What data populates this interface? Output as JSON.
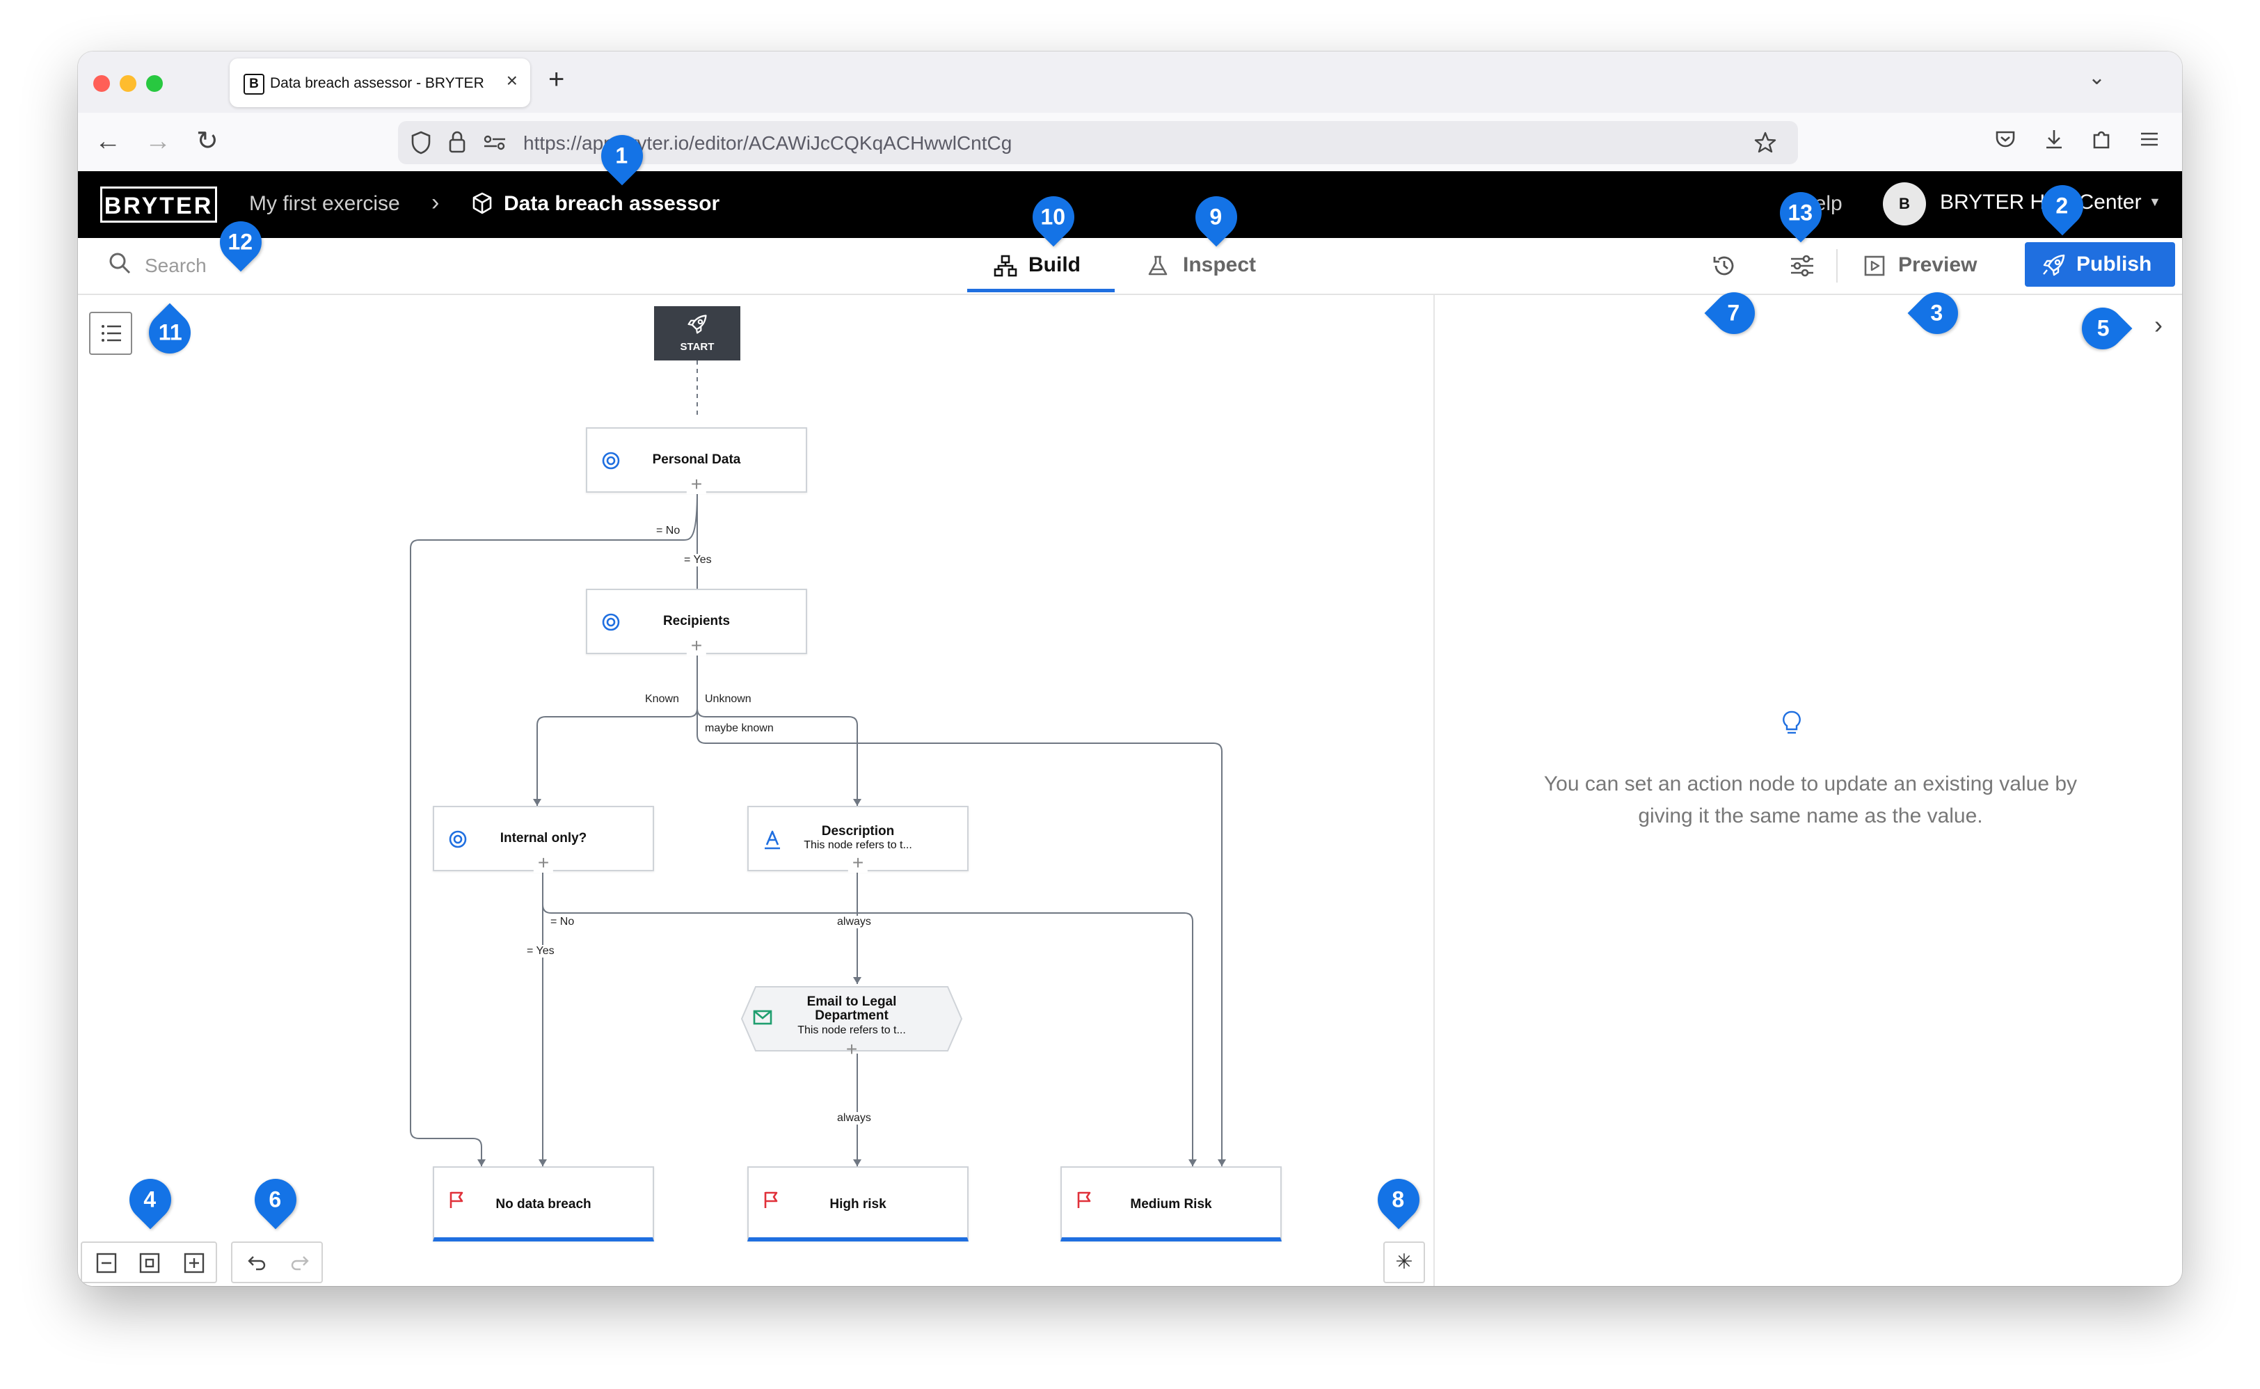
{
  "browser": {
    "tab_title": "Data breach assessor - BRYTER",
    "favicon_letter": "B",
    "tab_close": "×",
    "new_tab": "+",
    "url": "https://app.bryter.io/editor/ACAWiJcCQKqACHwwlCntCg"
  },
  "app": {
    "logo": "BRYTER",
    "breadcrumb": {
      "project": "My first exercise",
      "separator": "›",
      "module": "Data breach assessor"
    },
    "help": "Help",
    "avatar_initial": "B",
    "account": "BRYTER Help Center"
  },
  "toolbar": {
    "search_placeholder": "Search",
    "tabs": {
      "build": "Build",
      "inspect": "Inspect"
    },
    "preview": "Preview",
    "publish": "Publish"
  },
  "panel": {
    "hint": "You can set an action node to update an existing value by giving it the same name as the value."
  },
  "flow": {
    "start": "START",
    "nodes": {
      "personal_data": "Personal Data",
      "recipients": "Recipients",
      "internal_only": "Internal only?",
      "description": "Description",
      "description_sub": "This node refers to t...",
      "email_title": "Email to Legal Department",
      "email_sub": "This node refers to t...",
      "no_breach": "No data breach",
      "high_risk": "High risk",
      "medium_risk": "Medium Risk"
    },
    "edges": {
      "no1": "= No",
      "yes1": "= Yes",
      "known": "Known",
      "unknown": "Unknown",
      "maybe_known": "maybe known",
      "no2": "= No",
      "yes2": "= Yes",
      "always1": "always",
      "always2": "always"
    }
  },
  "markers": [
    "1",
    "2",
    "3",
    "4",
    "5",
    "6",
    "7",
    "8",
    "9",
    "10",
    "11",
    "12",
    "13"
  ],
  "colors": {
    "accent": "#1f6fe0",
    "marker": "#1473e6",
    "header": "#000000",
    "flag": "#e0313a",
    "email": "#1f9e6f"
  }
}
